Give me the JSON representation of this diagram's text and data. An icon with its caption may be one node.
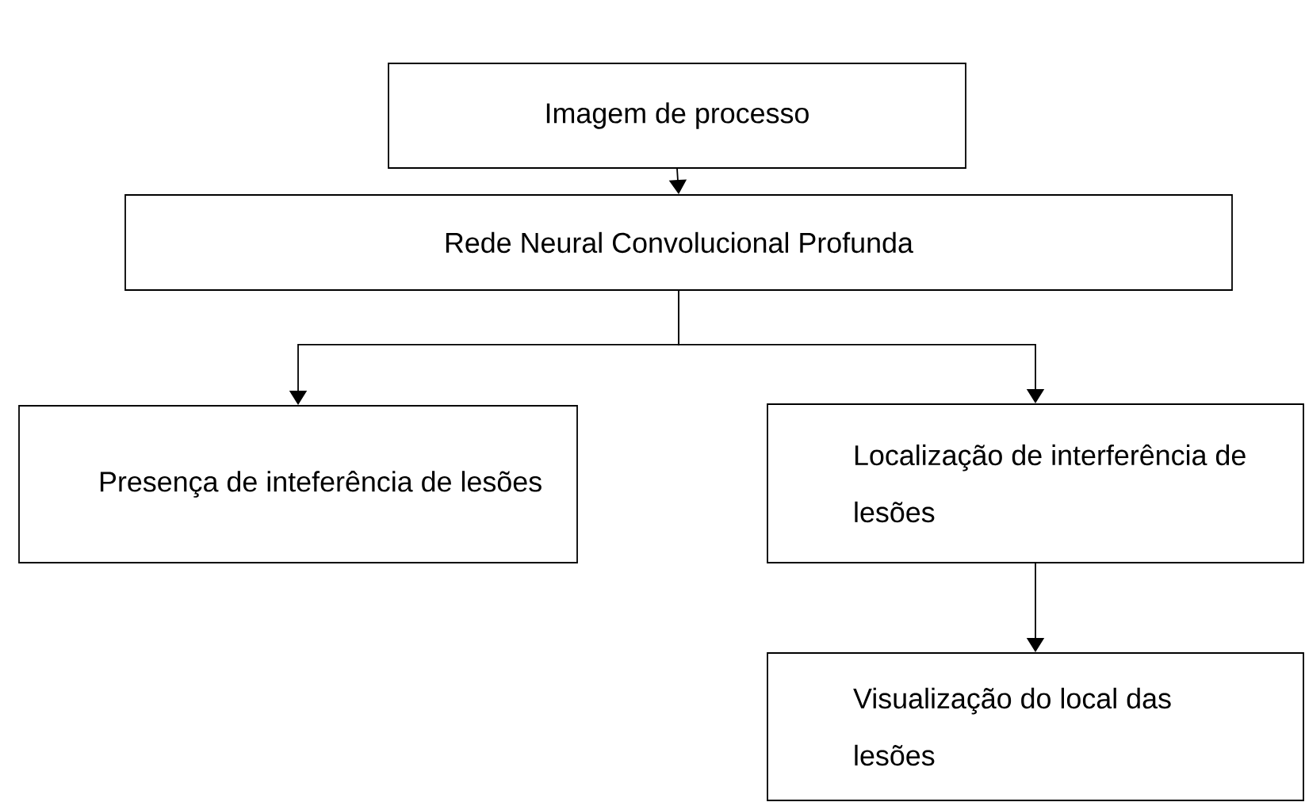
{
  "diagram": {
    "nodes": [
      {
        "text": [
          "Imagem de processo"
        ]
      },
      {
        "text": [
          "Rede Neural Convolucional Profunda"
        ]
      },
      {
        "text": [
          "Presença de inteferência de lesões"
        ]
      },
      {
        "text": [
          "Localização de interferência de lesões"
        ]
      },
      {
        "text": [
          "Visualização do local das lesões"
        ]
      }
    ],
    "edges": [
      {
        "from": 0,
        "to": 1,
        "arrow": "to"
      },
      {
        "from": 1,
        "to": 2,
        "arrow": "to"
      },
      {
        "from": 1,
        "to": 3,
        "arrow": "to"
      },
      {
        "from": 3,
        "to": 4,
        "arrow": "to"
      }
    ]
  }
}
